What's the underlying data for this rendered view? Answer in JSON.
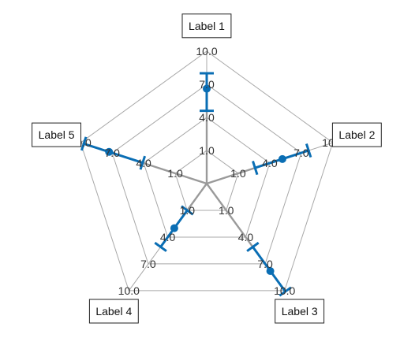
{
  "chart_data": {
    "type": "radar",
    "axes": [
      "Label 1",
      "Label 2",
      "Label 3",
      "Label 4",
      "Label 5"
    ],
    "radial_ticks": [
      1.0,
      4.0,
      7.0,
      10.0
    ],
    "tick_labels": [
      "1.0",
      "4.0",
      "7.0",
      "10.0"
    ],
    "rlim": [
      -2,
      10
    ],
    "grid": true,
    "series": [
      {
        "color": "#0a6eb4",
        "values": [
          6.6,
          5.2,
          7.8,
          3.0,
          7.3
        ],
        "error_low": [
          4.6,
          2.6,
          5.1,
          1.0,
          4.1
        ],
        "error_high": [
          8.0,
          7.7,
          10.1,
          5.1,
          9.7
        ]
      }
    ]
  }
}
